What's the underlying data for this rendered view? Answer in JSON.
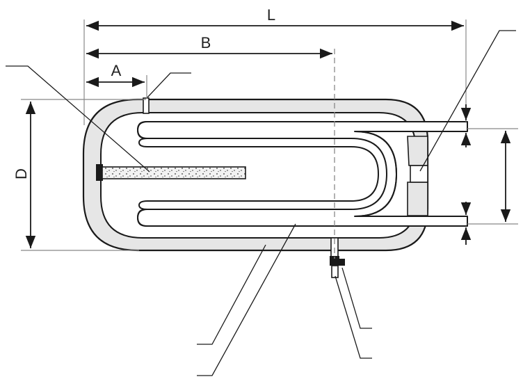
{
  "diagram": {
    "labels": {
      "L": "L",
      "B": "B",
      "A": "A",
      "D": "D"
    },
    "colors": {
      "line": "#1a1a1a",
      "shell_fill": "#e6e6e6",
      "insulation_fill": "#e6e6e6",
      "anode_fill": "#d9d9d9",
      "centerline": "#888888"
    }
  }
}
